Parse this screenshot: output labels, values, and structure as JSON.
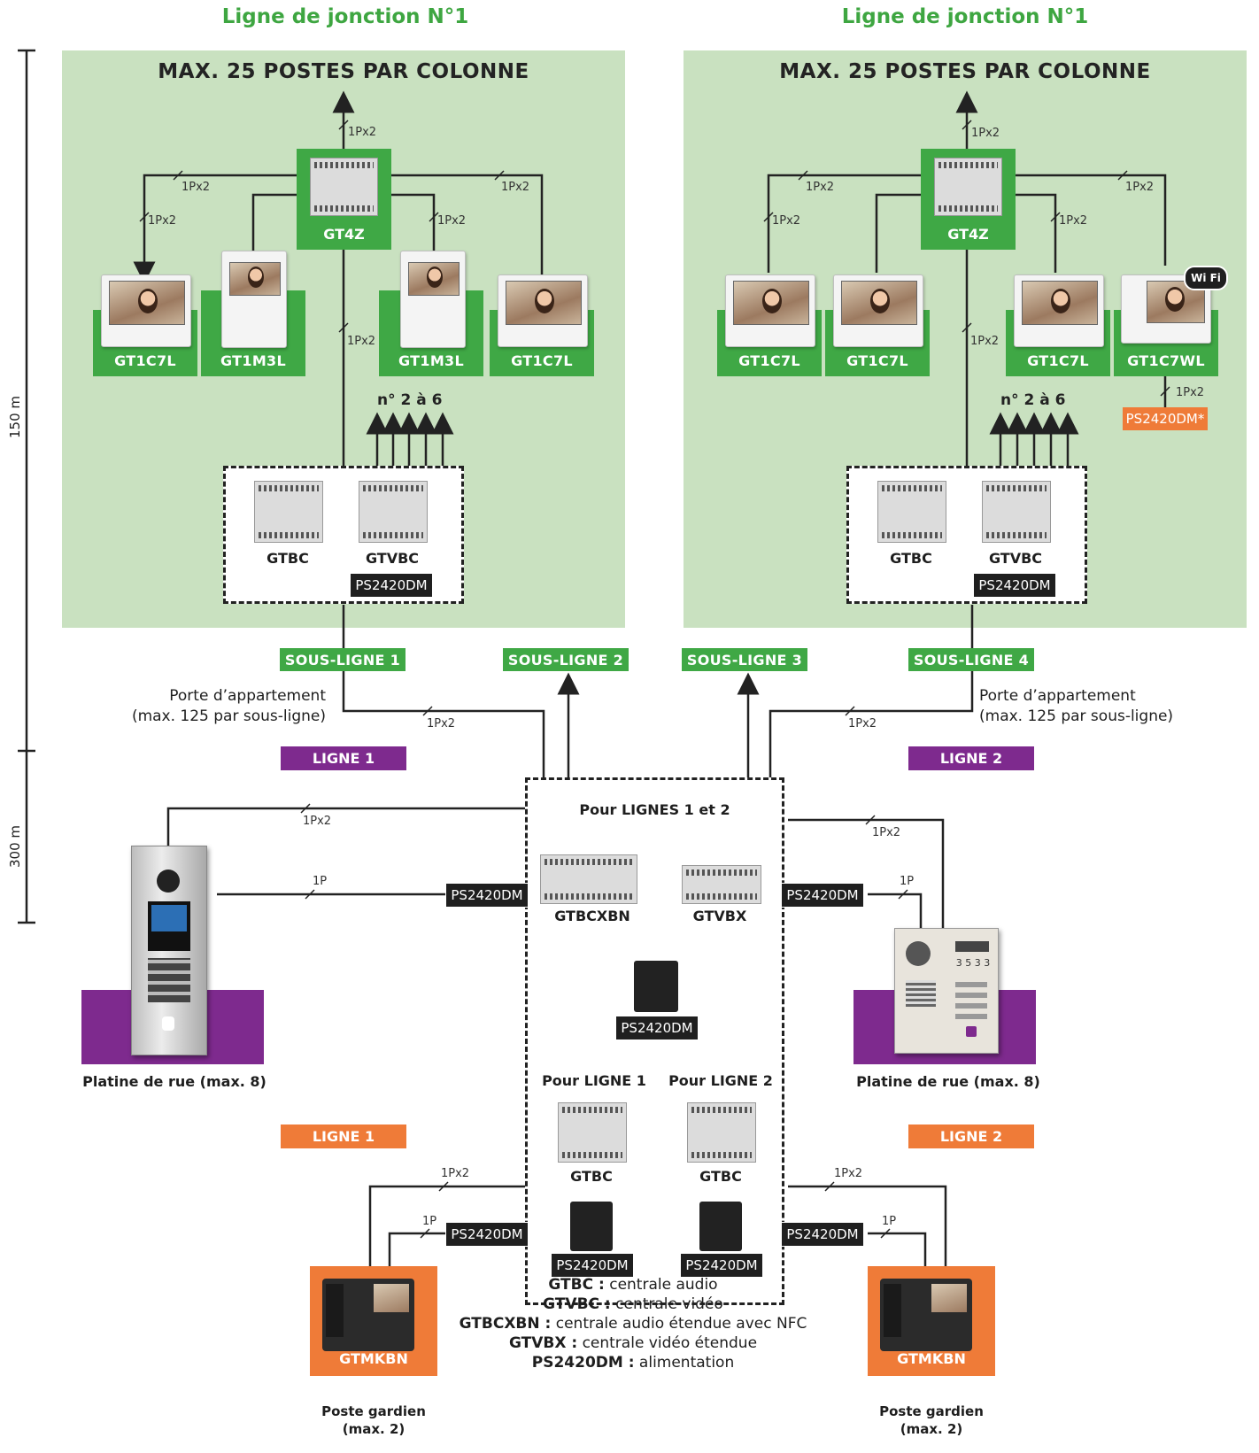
{
  "junctions": [
    {
      "title": "Ligne de jonction N°1"
    },
    {
      "title": "Ligne de jonction N°1"
    }
  ],
  "columns": [
    {
      "header": "MAX. 25 POSTES PAR COLONNE",
      "hub": "GT4Z",
      "monitors": [
        "GT1C7L",
        "GT1M3L",
        "GT1M3L",
        "GT1C7L"
      ],
      "expansion": "n° 2 à 6",
      "control": {
        "audio": "GTBC",
        "video": "GTVBC",
        "power": "PS2420DM"
      }
    },
    {
      "header": "MAX. 25 POSTES PAR COLONNE",
      "hub": "GT4Z",
      "monitors": [
        "GT1C7L",
        "GT1C7L",
        "GT1C7L",
        "GT1C7WL"
      ],
      "wifi_badge": "Wi Fi",
      "extra_power": "PS2420DM*",
      "expansion": "n° 2 à 6",
      "control": {
        "audio": "GTBC",
        "video": "GTVBC",
        "power": "PS2420DM"
      }
    }
  ],
  "cable_labels": {
    "pair2": "1Px2",
    "single": "1P"
  },
  "sublines": [
    "SOUS-LIGNE 1",
    "SOUS-LIGNE 2",
    "SOUS-LIGNE 3",
    "SOUS-LIGNE 4"
  ],
  "apartment_note": {
    "line1": "Porte d’appartement",
    "line2": "(max. 125 par sous-ligne)"
  },
  "lines": {
    "purple": [
      "LIGNE 1",
      "LIGNE 2"
    ],
    "orange": [
      "LIGNE 1",
      "LIGNE 2"
    ]
  },
  "distances": {
    "top": "150 m",
    "bottom": "300 m"
  },
  "central": {
    "title": "Pour LIGNES 1 et 2",
    "devices": [
      "GTBCXBN",
      "GTVBX"
    ],
    "power": "PS2420DM",
    "line1_title": "Pour LIGNE 1",
    "line2_title": "Pour LIGNE 2",
    "line_device": "GTBC"
  },
  "power_label": "PS2420DM",
  "street_panel": "Platine de rue (max. 8)",
  "guard": {
    "model": "GTMKBN",
    "caption1": "Poste gardien",
    "caption2": "(max. 2)"
  },
  "keypad_digits": "3 5 3 3",
  "legend": [
    {
      "key": "GTBC :",
      "value": "centrale audio"
    },
    {
      "key": "GTVBC :",
      "value": "centrale vidéo"
    },
    {
      "key": "GTBCXBN :",
      "value": "centrale audio étendue avec NFC"
    },
    {
      "key": "GTVBX :",
      "value": "centrale vidéo étendue"
    },
    {
      "key": "PS2420DM :",
      "value": "alimentation"
    }
  ],
  "colors": {
    "green": "#3fa845",
    "panel": "#c9e1c0",
    "purple": "#7e2a8e",
    "orange": "#ef7b38",
    "dark": "#1f1f1f"
  }
}
